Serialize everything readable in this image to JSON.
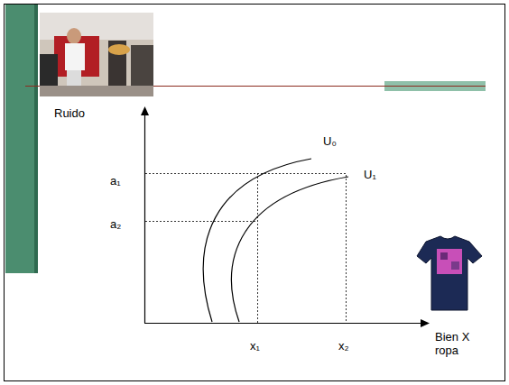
{
  "diagram": {
    "labels": [
      "Ruido",
      "U₀",
      "U₁",
      "a₁",
      "a₂",
      "x₁",
      "x₂",
      "Bien X ropa"
    ]
  }
}
